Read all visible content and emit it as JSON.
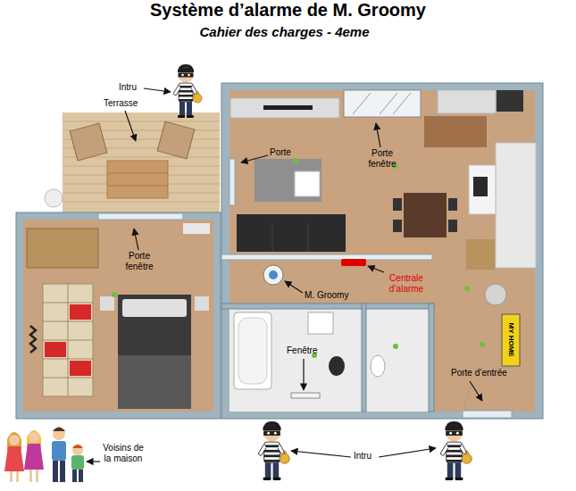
{
  "diagram": {
    "title": "Système d’alarme de M. Groomy",
    "labels": [
      "Cahier des charges - 4eme",
      "Intru",
      "Terrasse",
      "Porte",
      "Porte fenêtre",
      "Porte fenêtre",
      "Centrale d’alarme",
      "M. Groomy",
      "MY HOME",
      "Fenêtre",
      "Porte d’entrée",
      "Voisins de la maison",
      "Intru"
    ]
  }
}
